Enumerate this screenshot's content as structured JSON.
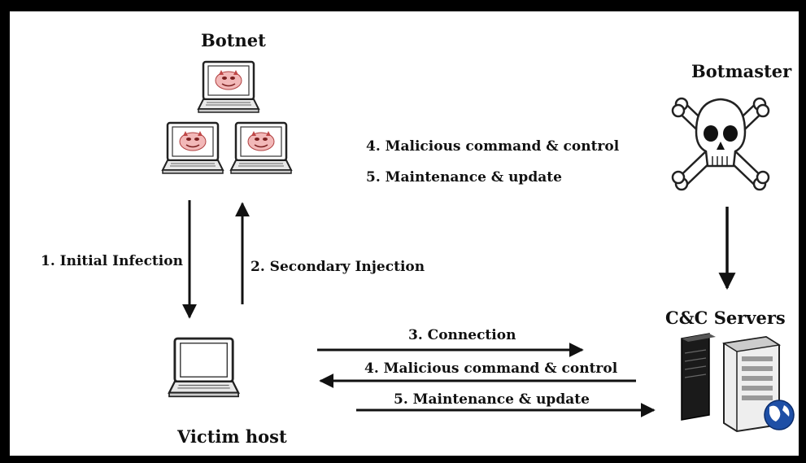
{
  "nodes": {
    "botnet": "Botnet",
    "botmaster": "Botmaster",
    "victim": "Victim host",
    "cc_servers": "C&C Servers"
  },
  "arrows": {
    "initial_infection": "1. Initial Infection",
    "secondary_injection": "2. Secondary Injection",
    "connection": "3. Connection",
    "malicious_cc": "4. Malicious command & control",
    "maintenance": "5. Maintenance & update"
  },
  "notes": {
    "malicious_cc": "4. Malicious command & control",
    "maintenance": "5. Maintenance & update"
  },
  "icons": {
    "botnet_laptops": "laptop-icon",
    "bot_face": "devil-face-icon",
    "botmaster": "skull-crossbones-icon",
    "victim": "laptop-icon",
    "servers": "server-rack-icon",
    "globe": "globe-icon"
  },
  "colors": {
    "frame": "#000000",
    "background": "#ffffff",
    "ink": "#111111",
    "bot_screen": "#f4c2c2"
  }
}
